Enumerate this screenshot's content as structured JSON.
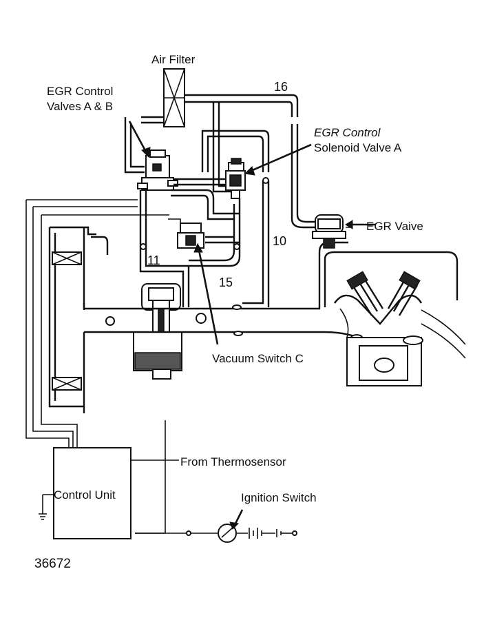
{
  "labels": {
    "air_filter": "Air Filter",
    "egr_valves_ab_1": "EGR Control",
    "egr_valves_ab_2": "Valves A & B",
    "egr_solenoid_1": "EGR Control",
    "egr_solenoid_2": "Solenoid Valve A",
    "egr_valve": "EGR Vaive",
    "vacuum_switch_c": "Vacuum Switch C",
    "from_thermosensor": "From Thermosensor",
    "control_unit": "Control Unit",
    "ignition_switch": "Ignition Switch",
    "figure_number": "36672"
  },
  "hose_numbers": {
    "h16": "16",
    "h10": "10",
    "h11": "11",
    "h15": "15"
  }
}
